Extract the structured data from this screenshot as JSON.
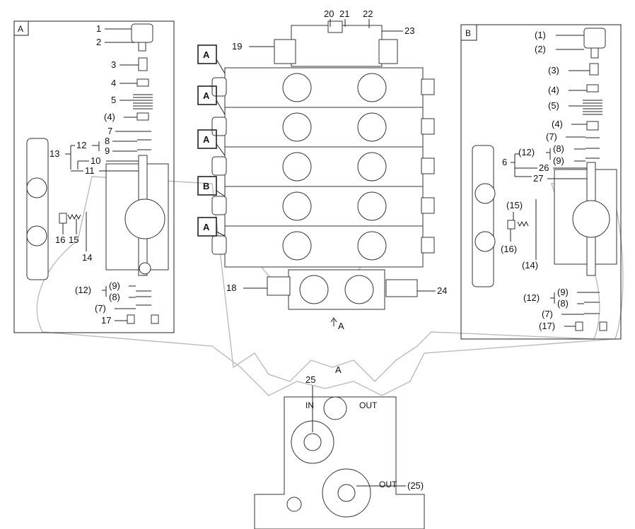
{
  "watermark": "Gear outline watermark",
  "panel_a": {
    "tag": "A",
    "labels": [
      "1",
      "2",
      "3",
      "4",
      "5",
      "(4)",
      "7",
      "8",
      "9",
      "12",
      "13",
      "10",
      "11",
      "16",
      "15",
      "14",
      "(12)",
      "(9)",
      "(8)",
      "(7)",
      "17"
    ]
  },
  "panel_b": {
    "tag": "B",
    "labels": [
      "(1)",
      "(2)",
      "(3)",
      "(4)",
      "(5)",
      "(4)",
      "(7)",
      "(12)",
      "(8)",
      "6",
      "(9)",
      "26",
      "27",
      "(15)",
      "(16)",
      "(14)",
      "(12)",
      "(9)",
      "(8)",
      "(7)",
      "(17)"
    ]
  },
  "center": {
    "top_labels": [
      "20",
      "21",
      "22",
      "23"
    ],
    "side_labels": [
      "19",
      "18",
      "24"
    ],
    "section_tags": [
      "A",
      "A",
      "A",
      "B",
      "A"
    ],
    "arrow_label": "A",
    "port_labels": [
      "IN",
      "OUT",
      "OUT"
    ]
  },
  "bottom": {
    "view_label": "A",
    "labels": [
      "25",
      "(25)"
    ]
  }
}
